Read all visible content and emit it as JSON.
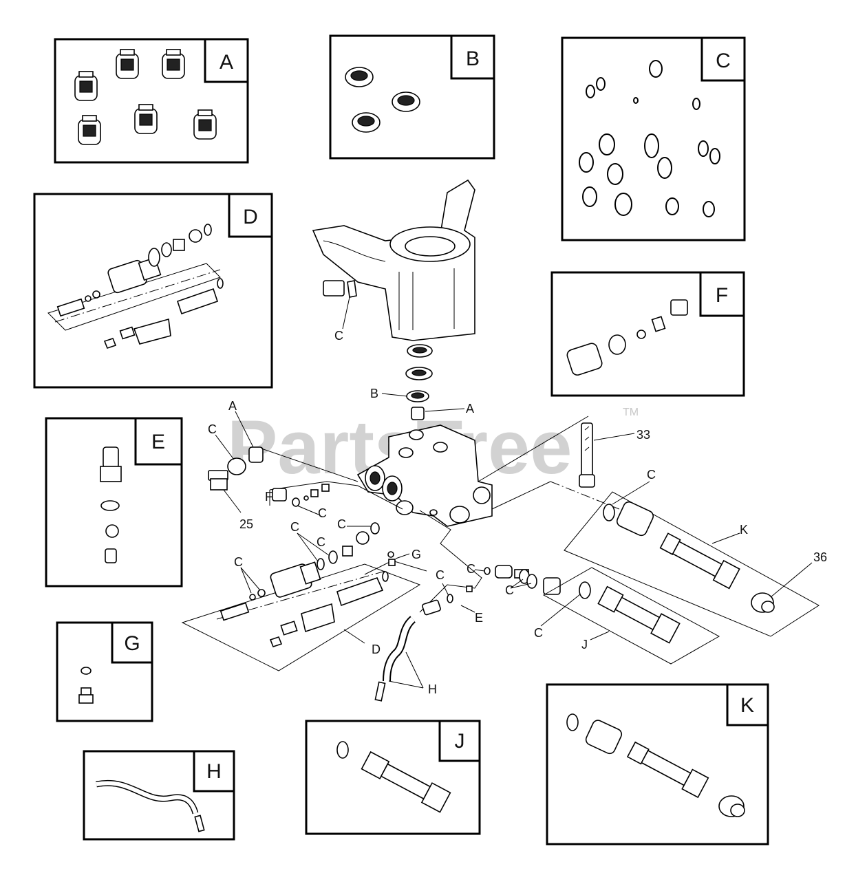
{
  "watermark": {
    "text": "PartsTree",
    "tm": "TM"
  },
  "kits": [
    {
      "letter": "A"
    },
    {
      "letter": "B"
    },
    {
      "letter": "C"
    },
    {
      "letter": "D"
    },
    {
      "letter": "E"
    },
    {
      "letter": "F"
    },
    {
      "letter": "G"
    },
    {
      "letter": "H"
    },
    {
      "letter": "J"
    },
    {
      "letter": "K"
    }
  ],
  "callouts": {
    "c_crankcase": "C",
    "b_seal": "B",
    "a_valve": "A",
    "c_left": "C",
    "a_left": "A",
    "plug_25": "25",
    "bolt_33": "33",
    "f_kit": "F",
    "c_f1": "C",
    "c_f2": "C",
    "c_mid1": "C",
    "c_mid2": "C",
    "g_kit": "G",
    "c_d1": "C",
    "c_d2": "C",
    "c_e": "C",
    "e_kit": "E",
    "d_kit": "D",
    "h_kit": "H",
    "c_k": "C",
    "k_kit": "K",
    "cap_36": "36",
    "c_right1": "C",
    "c_right2": "C",
    "c_j": "C",
    "j_kit": "J"
  }
}
